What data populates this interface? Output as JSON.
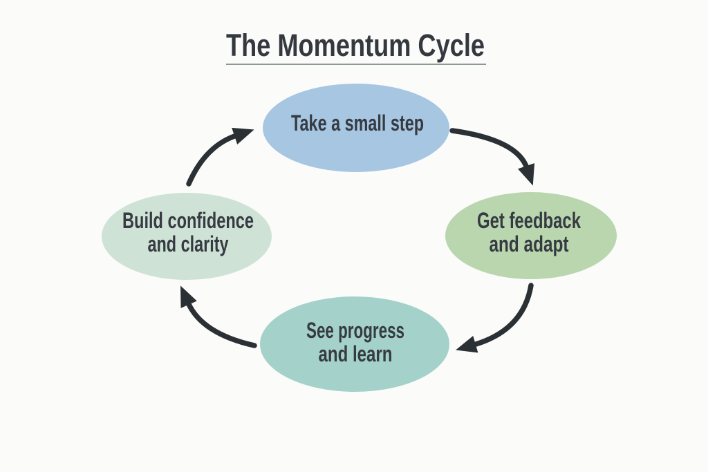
{
  "title": "The Momentum Cycle",
  "colors": {
    "background": "#fbfbfa",
    "title_text": "#34393f",
    "title_underline": "#8e9996",
    "node_text": "#363b42",
    "arrow": "#2b3035"
  },
  "nodes": [
    {
      "lines": [
        "Take a small step"
      ],
      "color": "#a7c6e2"
    },
    {
      "lines": [
        "Get feedback",
        "and adapt"
      ],
      "color": "#b9d6af"
    },
    {
      "lines": [
        "See progress",
        "and learn"
      ],
      "color": "#a4d2ca"
    },
    {
      "lines": [
        "Build confidence",
        "and clarity"
      ],
      "color": "#cfe2d6"
    }
  ],
  "arrows": [
    {
      "from": "Take a small step",
      "to": "Get feedback and adapt"
    },
    {
      "from": "Get feedback and adapt",
      "to": "See progress and learn"
    },
    {
      "from": "See progress and learn",
      "to": "Build confidence and clarity"
    },
    {
      "from": "Build confidence and clarity",
      "to": "Take a small step"
    }
  ]
}
